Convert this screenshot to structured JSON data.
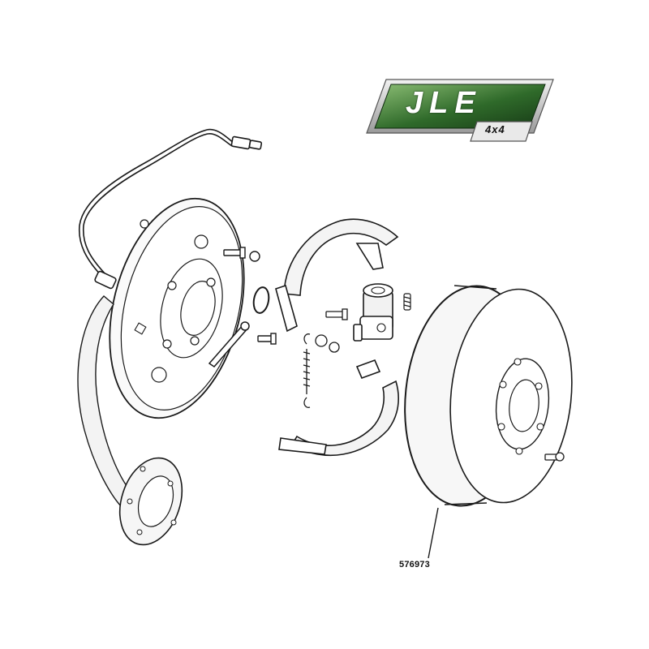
{
  "logo": {
    "brand": "JLE",
    "tagline": "4x4",
    "colors": {
      "green_dark": "#1f4a1f",
      "green_light": "#7fae6a",
      "frame": "#c8c8c8"
    }
  },
  "callout": {
    "part_number": "576973"
  },
  "colors": {
    "line": "#1a1a1a",
    "background": "#ffffff"
  }
}
